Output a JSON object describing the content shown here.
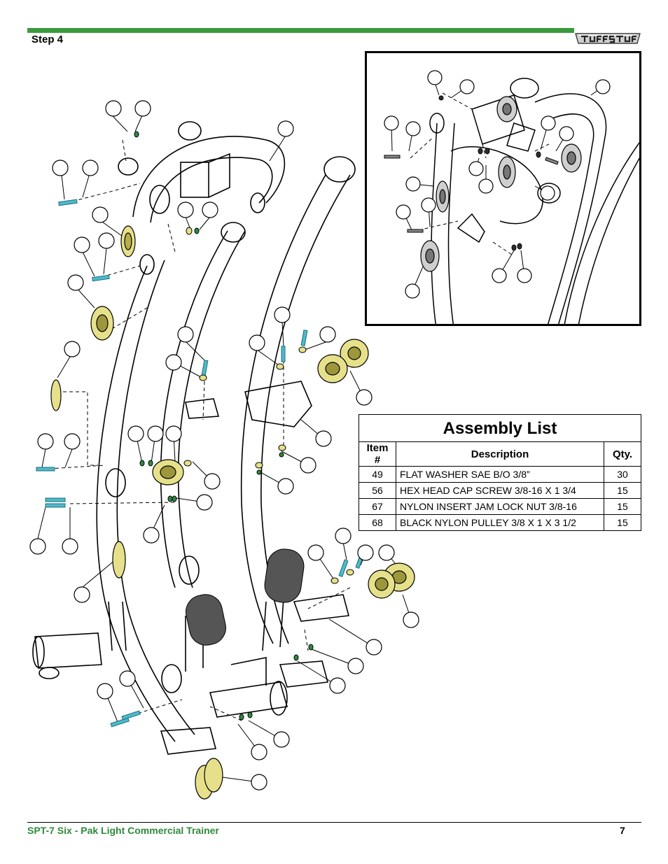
{
  "header": {
    "step_label": "Step   4",
    "logo_text": "TUFFSTUFF"
  },
  "assembly_list": {
    "title": "Assembly List",
    "columns": [
      "Item #",
      "Description",
      "Qty."
    ],
    "rows": [
      {
        "item": "49",
        "description": "FLAT WASHER  SAE B/O 3/8”",
        "qty": "30"
      },
      {
        "item": "56",
        "description": "HEX HEAD CAP SCREW 3/8-16 X 1 3/4",
        "qty": "15"
      },
      {
        "item": "67",
        "description": "NYLON INSERT JAM LOCK NUT 3/8-16",
        "qty": "15"
      },
      {
        "item": "68",
        "description": "BLACK NYLON PULLEY 3/8 X 1 X 3 1/2",
        "qty": "15"
      }
    ]
  },
  "footer": {
    "product": "SPT-7   Six - Pak Light Commercial Trainer",
    "page_number": "7"
  },
  "colors": {
    "accent_green": "#3a9a3e",
    "pulley_yellow": "#e6e08a",
    "bolt_cyan": "#4fb9c9"
  }
}
